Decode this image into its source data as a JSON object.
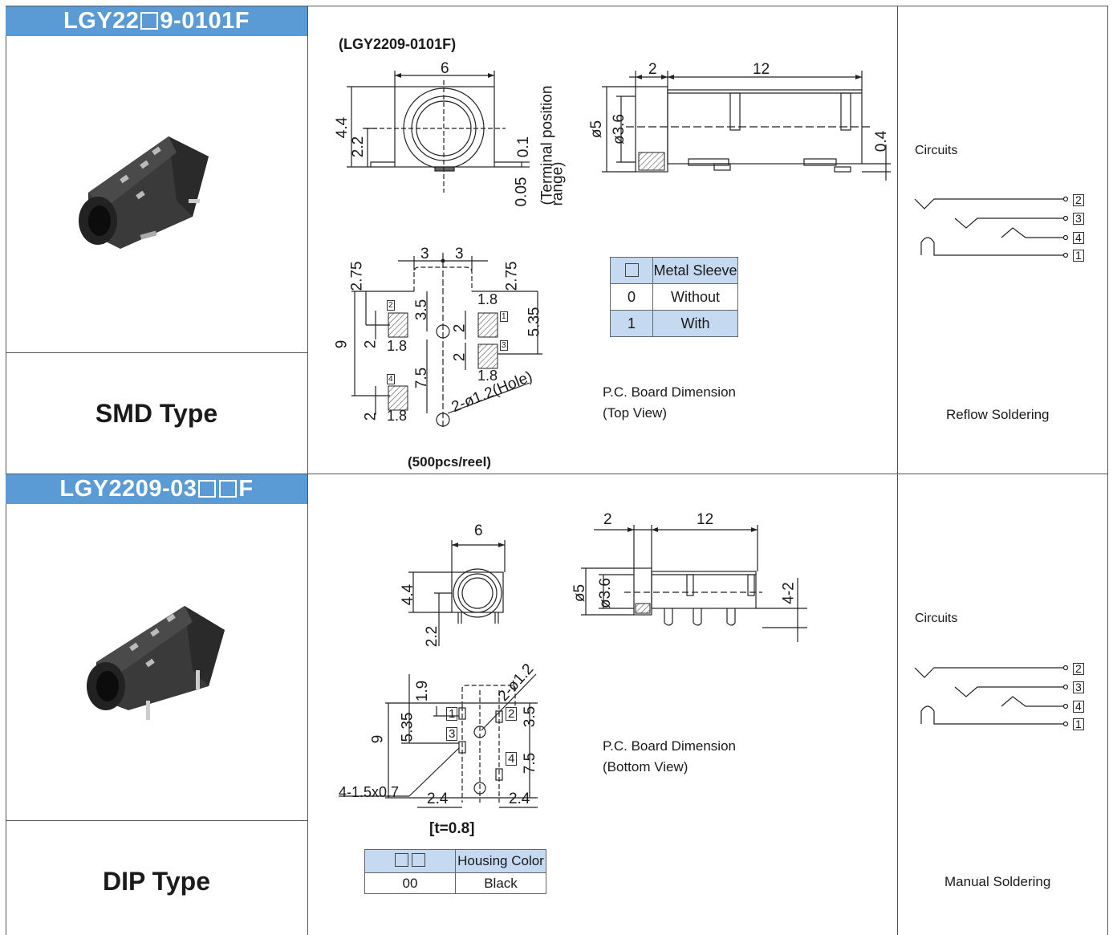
{
  "smd": {
    "title_prefix": "LGY22",
    "title_suffix": "9-0101F",
    "type_label": "SMD Type",
    "model_label": "(LGY2209-0101F)",
    "packaging": "(500pcs/reel)",
    "board_caption_1": "P.C. Board Dimension",
    "board_caption_2": "(Top View)",
    "circuits_label": "Circuits",
    "soldering": "Reflow Soldering",
    "dims": {
      "width": "6",
      "h44": "4.4",
      "h22": "2.2",
      "t01": "0.1",
      "t005": "0.05",
      "terminal_note_1": "(Terminal position",
      "terminal_note_2": "range)",
      "side_2": "2",
      "side_12": "12",
      "d5": "ø5",
      "d36": "ø3.6",
      "side_04": "0.4",
      "pcb_3a": "3",
      "pcb_3b": "3",
      "pcb_275a": "2.75",
      "pcb_275b": "2.75",
      "pcb_35": "3.5",
      "pcb_535": "5.35",
      "pcb_9": "9",
      "pcb_75": "7.5",
      "pcb_18a": "1.8",
      "pcb_18b": "1.8",
      "pcb_18c": "1.8",
      "pcb_18d": "1.8",
      "pcb_2a": "2",
      "pcb_2b": "2",
      "pcb_2c": "2",
      "pcb_2d": "2",
      "hole": "2-ø1.2(Hole)",
      "pin1": "1",
      "pin2": "2",
      "pin3": "3",
      "pin4": "4"
    },
    "option_table": {
      "header_col2": "Metal Sleeve",
      "rows": [
        {
          "code": "0",
          "value": "Without"
        },
        {
          "code": "1",
          "value": "With"
        }
      ]
    },
    "circuit_pins": [
      "2",
      "3",
      "4",
      "1"
    ]
  },
  "dip": {
    "title_prefix": "LGY2209-03",
    "title_suffix": "F",
    "type_label": "DIP Type",
    "thickness": "[t=0.8]",
    "board_caption_1": "P.C. Board Dimension",
    "board_caption_2": "(Bottom View)",
    "circuits_label": "Circuits",
    "soldering": "Manual Soldering",
    "dims": {
      "width": "6",
      "h44": "4.4",
      "h22": "2.2",
      "side_2": "2",
      "side_12": "12",
      "d5": "ø5",
      "d36": "ø3.6",
      "side_42": "4-2",
      "pcb_19": "1.9",
      "pcb_535": "5.35",
      "pcb_9": "9",
      "pcb_35": "3.5",
      "pcb_75": "7.5",
      "pcb_24a": "2.4",
      "pcb_24b": "2.4",
      "hole": "2-ø1.2",
      "slot": "4-1.5x0.7",
      "pin1": "1",
      "pin2": "2",
      "pin3": "3",
      "pin4": "4"
    },
    "option_table": {
      "header_col2": "Housing Color",
      "rows": [
        {
          "code": "00",
          "value": "Black"
        }
      ]
    },
    "circuit_pins": [
      "2",
      "3",
      "4",
      "1"
    ]
  },
  "colors": {
    "band": "#5b9bd5",
    "table_blue": "#c5d9f1",
    "hatch": "#555555"
  }
}
